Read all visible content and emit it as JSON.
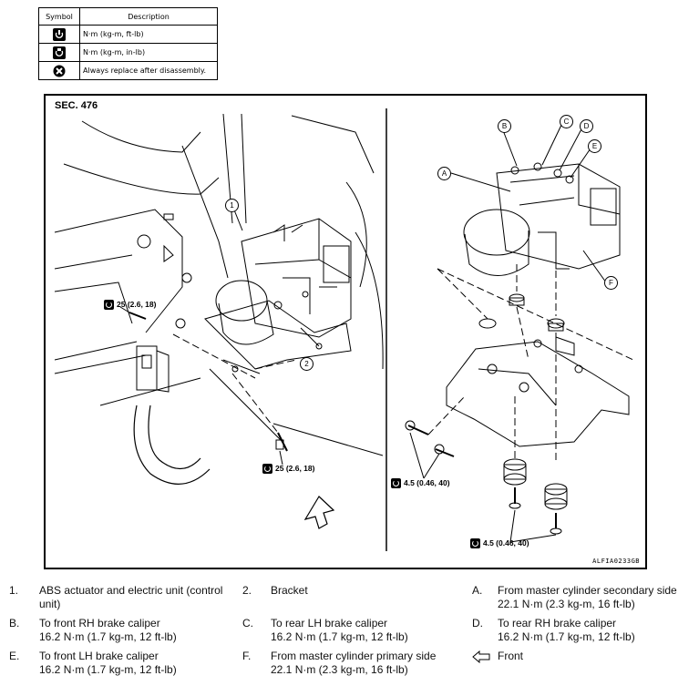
{
  "symbol_table": {
    "header_symbol": "Symbol",
    "header_description": "Description",
    "rows": [
      {
        "icon": "torque-ft-lb-icon",
        "description": "N·m (kg-m, ft-lb)"
      },
      {
        "icon": "torque-in-lb-icon",
        "description": "N·m (kg-m, in-lb)"
      },
      {
        "icon": "always-replace-icon",
        "description": "Always replace after disassembly."
      }
    ]
  },
  "figure": {
    "section": "SEC. 476",
    "figure_id": "ALFIA0233GB",
    "torques": {
      "upper_left": "25 (2.6, 18)",
      "lower_left": "25 (2.6, 18)",
      "right_bracket": "4.5 (0.46, 40)",
      "right_bottom": "4.5 (0.46, 40)"
    },
    "callouts": {
      "one": "1",
      "two": "2",
      "a": "A",
      "b": "B",
      "c": "C",
      "d": "D",
      "e": "E",
      "f": "F"
    }
  },
  "legend": [
    {
      "num": "1.",
      "text": "ABS actuator and electric unit (control",
      "text2": "unit)"
    },
    {
      "num": "2.",
      "text": "Bracket"
    },
    {
      "num": "A.",
      "text": "From master cylinder secondary side",
      "text2": "22.1 N·m (2.3 kg-m, 16 ft-lb)"
    },
    {
      "num": "B.",
      "text": "To front RH brake caliper",
      "text2": "16.2 N·m (1.7 kg-m, 12 ft-lb)"
    },
    {
      "num": "C.",
      "text": "To rear LH brake caliper",
      "text2": "16.2 N·m (1.7 kg-m, 12 ft-lb)"
    },
    {
      "num": "D.",
      "text": "To rear RH brake caliper",
      "text2": "16.2 N·m (1.7 kg-m, 12 ft-lb)"
    },
    {
      "num": "E.",
      "text": "To front LH brake caliper",
      "text2": "16.2 N·m (1.7 kg-m, 12 ft-lb)"
    },
    {
      "num": "F.",
      "text": "From master cylinder primary side",
      "text2": "22.1 N·m (2.3 kg-m, 16 ft-lb)"
    },
    {
      "num": "front-arrow-icon",
      "text": "Front"
    }
  ]
}
